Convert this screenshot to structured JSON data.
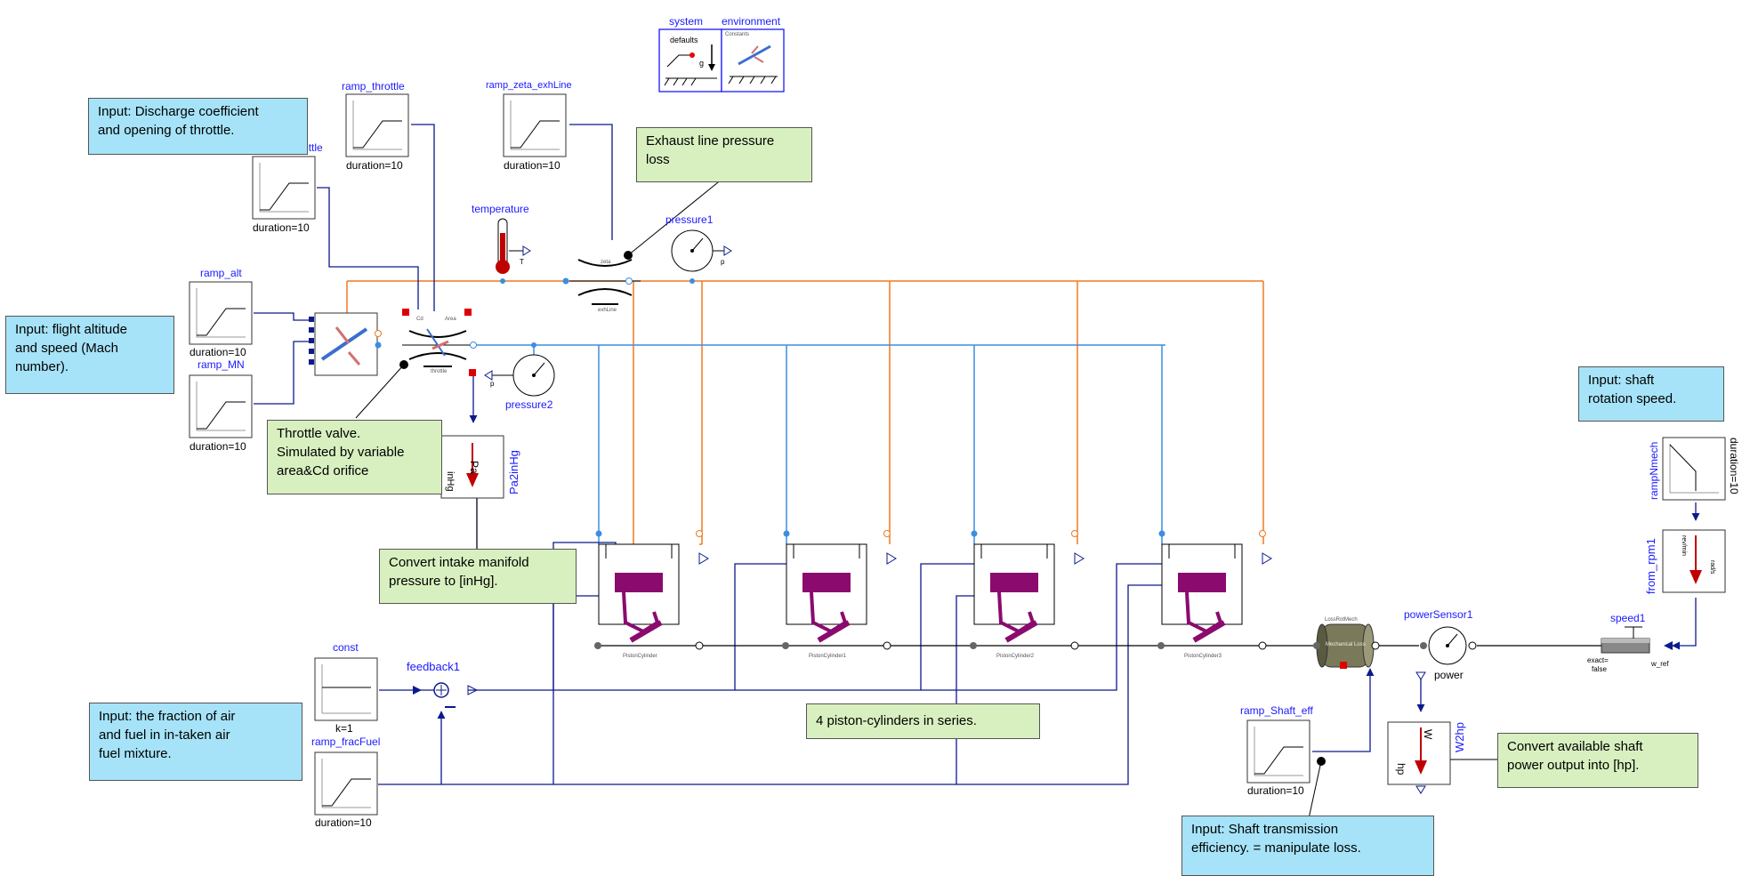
{
  "blocks": {
    "system": "system",
    "system_defaults": "defaults",
    "system_g": "g",
    "environment": "environment",
    "environment_sub": "Constants",
    "ramp_throttle": "ramp_throttle",
    "ramp_throttle_duration": "duration=10",
    "ramp_zeta_exhLine": "ramp_zeta_exhLine",
    "ramp_zeta_exhLine_duration": "duration=10",
    "ramp_Cd_throttle": "ramp_Cd_throttle",
    "ramp_Cd_throttle_duration": "duration=10",
    "temperature": "temperature",
    "temperature_port": "T",
    "pressure1": "pressure1",
    "pressure1_port": "p",
    "exhaust_zeta": "zeta",
    "exhaust_name": "exhLine",
    "ramp_alt": "ramp_alt",
    "ramp_alt_duration": "duration=10",
    "ramp_MN": "ramp_MN",
    "ramp_MN_duration": "duration=10",
    "throttle_name": "throttle",
    "throttle_cd": "Cd",
    "throttle_area": "Area",
    "pressure2": "pressure2",
    "pressure2_port": "p",
    "Pa2inHg": "Pa2inHg",
    "Pa2inHg_in": "Pa",
    "Pa2inHg_out": "inHg",
    "const": "const",
    "const_k": "k=1",
    "feedback1": "feedback1",
    "ramp_fracFuel": "ramp_fracFuel",
    "ramp_fracFuel_duration": "duration=10",
    "cylinders": [
      "PistonCylinder",
      "PistonCylinder1",
      "PistonCylinder2",
      "PistonCylinder3"
    ],
    "mechanical_loss": "Mechanical Loss",
    "mechanical_loss_top": "LossRotMech",
    "powerSensor1": "powerSensor1",
    "power": "power",
    "speed1": "speed1",
    "speed1_exact": "exact=",
    "speed1_false": "false",
    "speed1_wref": "w_ref",
    "from_rpm1": "from_rpm1",
    "from_rpm1_in": "rev/min",
    "from_rpm1_out": "rad/s",
    "rampNmech": "rampNmech",
    "rampNmech_duration": "duration=10",
    "ramp_Shaft_eff": "ramp_Shaft_eff",
    "ramp_Shaft_eff_duration": "duration=10",
    "W2hp": "W2hp",
    "W2hp_in": "W",
    "W2hp_out": "hp"
  },
  "notes": {
    "throttle_input": [
      "Input: Discharge coefficient",
      "and opening of throttle."
    ],
    "exhaust_loss": [
      "Exhaust line pressure",
      "loss"
    ],
    "flight_input": [
      "Input: flight altitude",
      "and speed (Mach",
      "number)."
    ],
    "throttle_valve": [
      "Throttle valve.",
      "Simulated by variable",
      "area&Cd orifice"
    ],
    "intake_convert": [
      "Convert intake manifold",
      "pressure to [inHg]."
    ],
    "fraction_input": [
      "Input: the fraction of air",
      "and fuel in in-taken air",
      "fuel mixture."
    ],
    "pistons": [
      "4 piston-cylinders in series."
    ],
    "shaft_speed": [
      "Input: shaft",
      "rotation speed."
    ],
    "shaft_eff": [
      "Input: Shaft transmission",
      "efficiency. = manipulate loss."
    ],
    "power_convert": [
      "Convert available shaft",
      "power output into [hp]."
    ]
  },
  "colors": {
    "signal": "#0b1a8c",
    "fluid_exhaust": "#f07820",
    "fluid_intake": "#3c8ee0",
    "mechanical": "#000000",
    "piston": "#8b0a6e",
    "label": "#1a1aff",
    "note_blue": "#a6e3f8",
    "note_green": "#d8f0c0"
  }
}
